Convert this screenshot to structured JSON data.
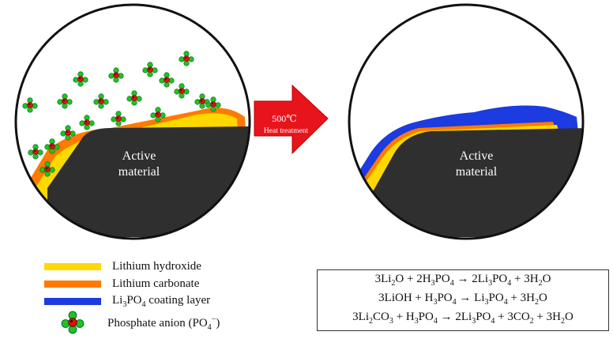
{
  "left_panel": {
    "core_label_line1": "Active",
    "core_label_line2": "material"
  },
  "right_panel": {
    "core_label_line1": "Active",
    "core_label_line2": "material"
  },
  "arrow": {
    "temperature": "500℃",
    "process": "Heat treatment"
  },
  "legend": [
    {
      "label": "Lithium hydroxide",
      "color": "#ffd800"
    },
    {
      "label": "Lithium carbonate",
      "color": "#ff7a00"
    },
    {
      "label_parts": [
        "Li",
        "3",
        "PO",
        "4",
        " coating layer"
      ],
      "color": "#1c3be0"
    },
    {
      "label_parts": [
        "Phosphate anion (PO",
        "4",
        "−",
        ")"
      ],
      "icon": "phosphate-anion-icon"
    }
  ],
  "equations": [
    [
      "3Li",
      "2",
      "O + 2H",
      "3",
      "PO",
      "4",
      " → 2Li",
      "3",
      "PO",
      "4",
      " + 3H",
      "2",
      "O"
    ],
    [
      "3LiOH + H",
      "3",
      "PO",
      "4",
      " → Li",
      "3",
      "PO",
      "4",
      " + 3H",
      "2",
      "O"
    ],
    [
      "3Li",
      "2",
      "CO",
      "3",
      " + H",
      "3",
      "PO",
      "4",
      " → 2Li",
      "3",
      "PO",
      "4",
      " + 3CO",
      "2",
      " + 3H",
      "2",
      "O"
    ]
  ],
  "colors": {
    "core": "#2f2f2f",
    "hydroxide": "#ffd800",
    "carbonate": "#ff7a00",
    "coating": "#1c3be0",
    "arrow": "#e8141c",
    "anion_center": "#e01010",
    "anion_outer": "#1ec41e"
  }
}
